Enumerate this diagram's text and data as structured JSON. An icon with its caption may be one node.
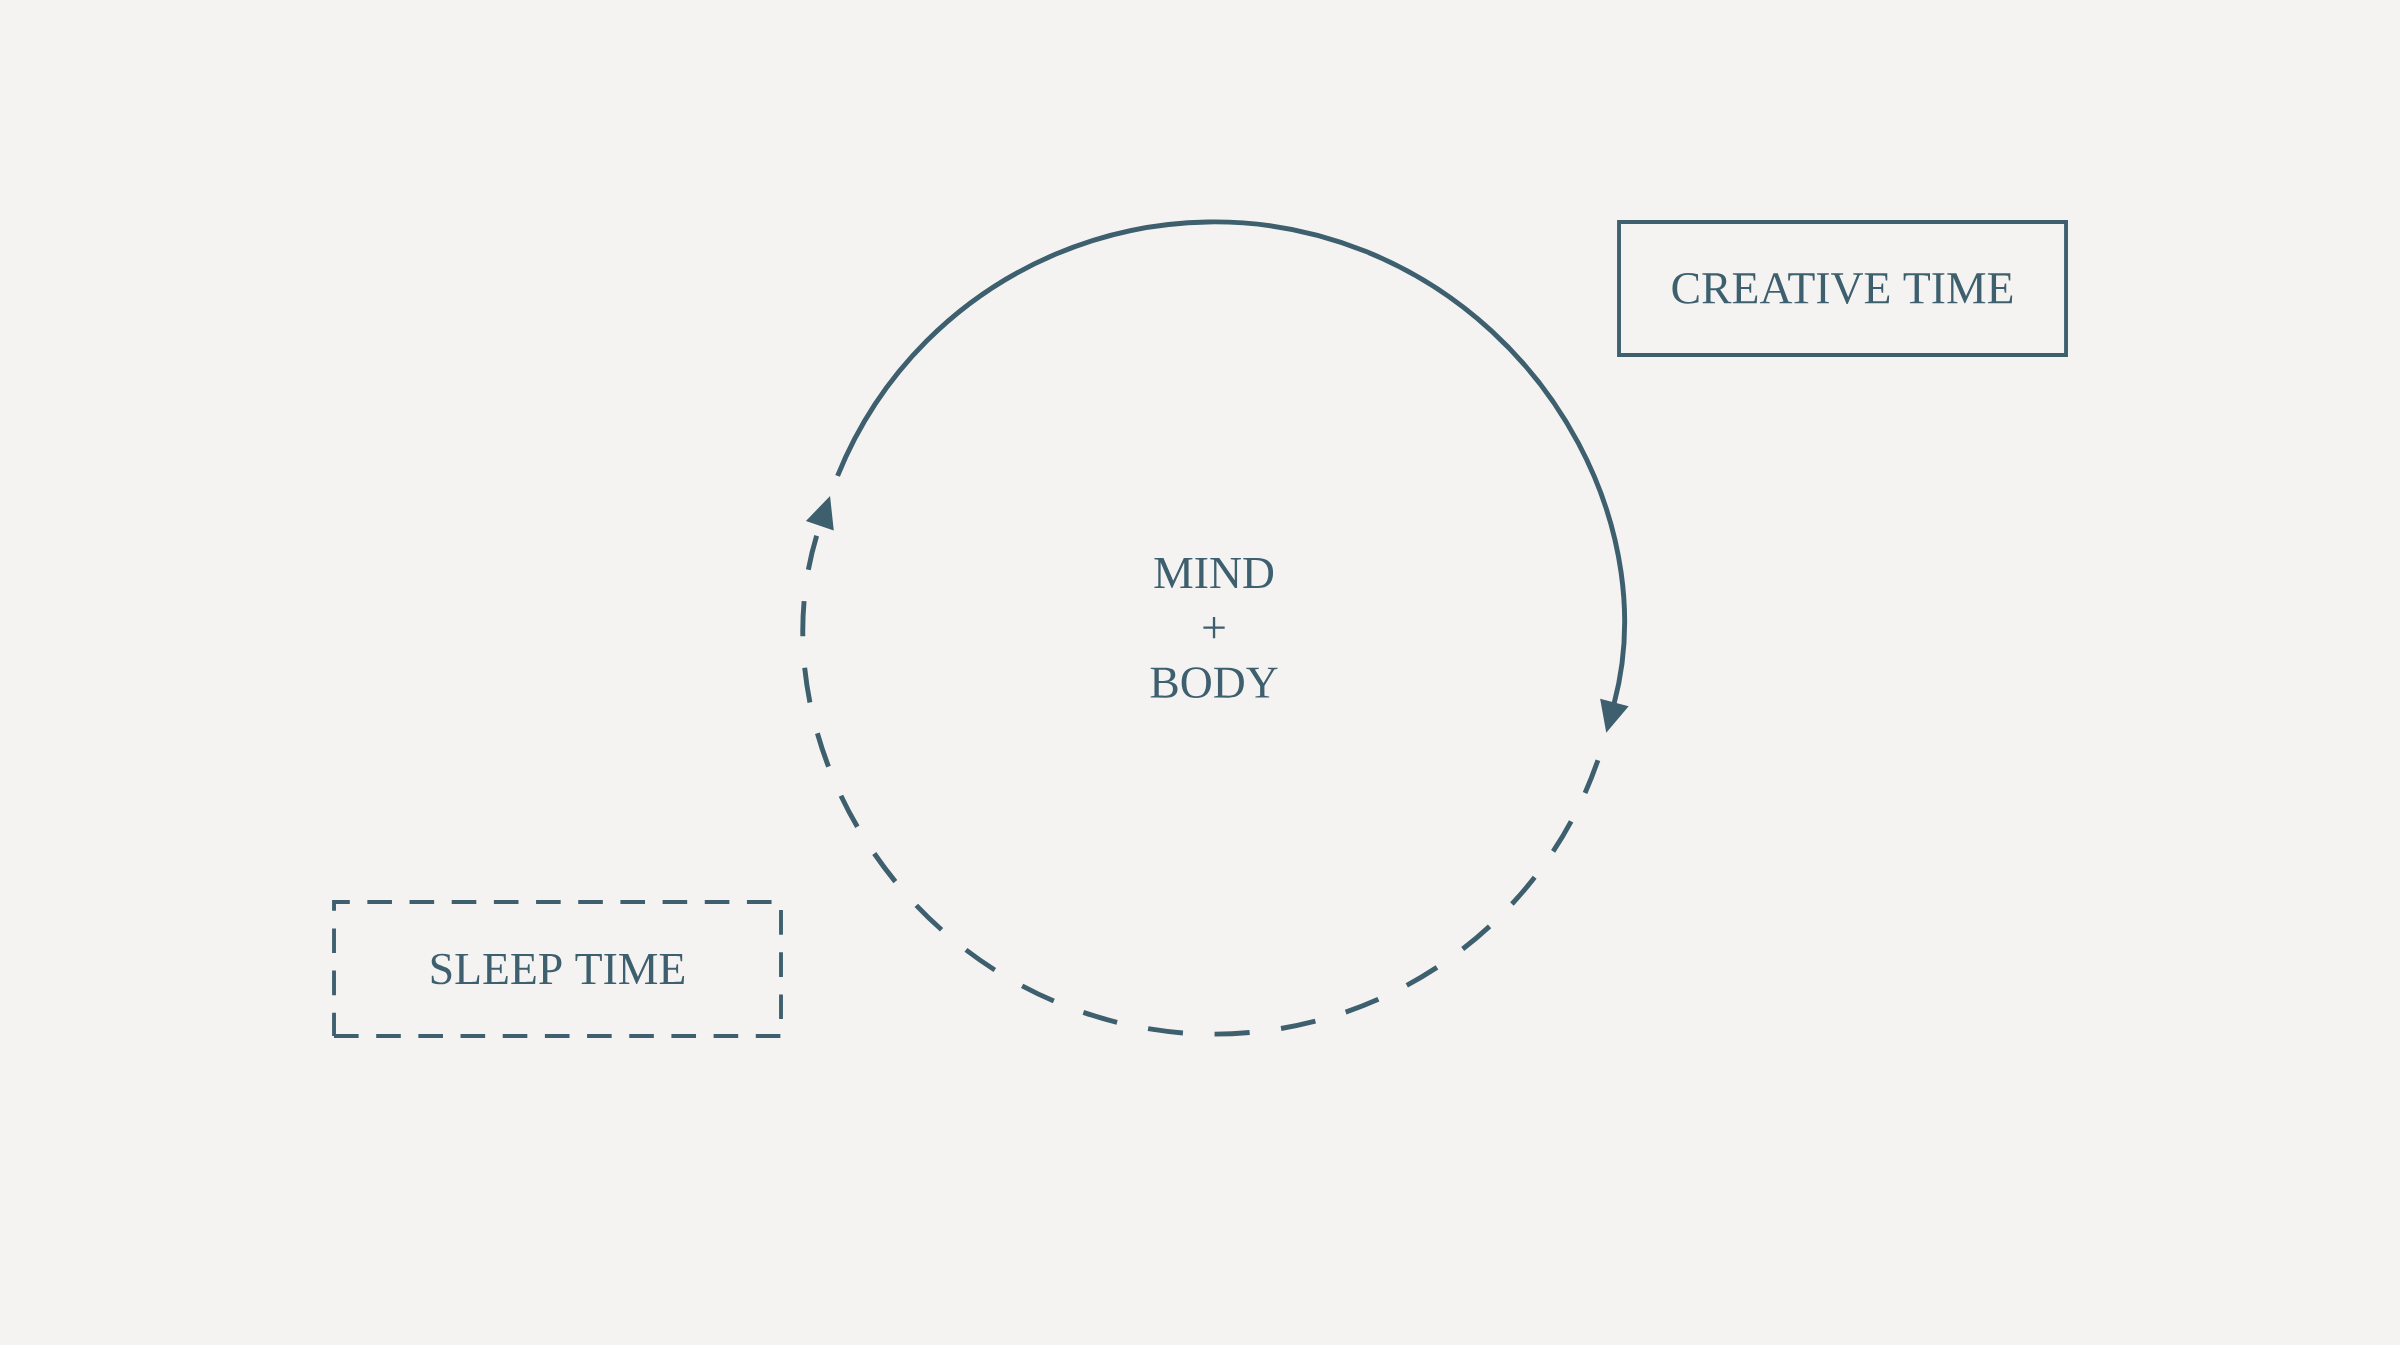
{
  "diagram": {
    "nodes": [
      {
        "text": [
          "CREATIVE TIME"
        ]
      },
      {
        "text": [
          "SLEEP TIME"
        ]
      }
    ],
    "labels": [
      "MIND + BODY"
    ]
  }
}
